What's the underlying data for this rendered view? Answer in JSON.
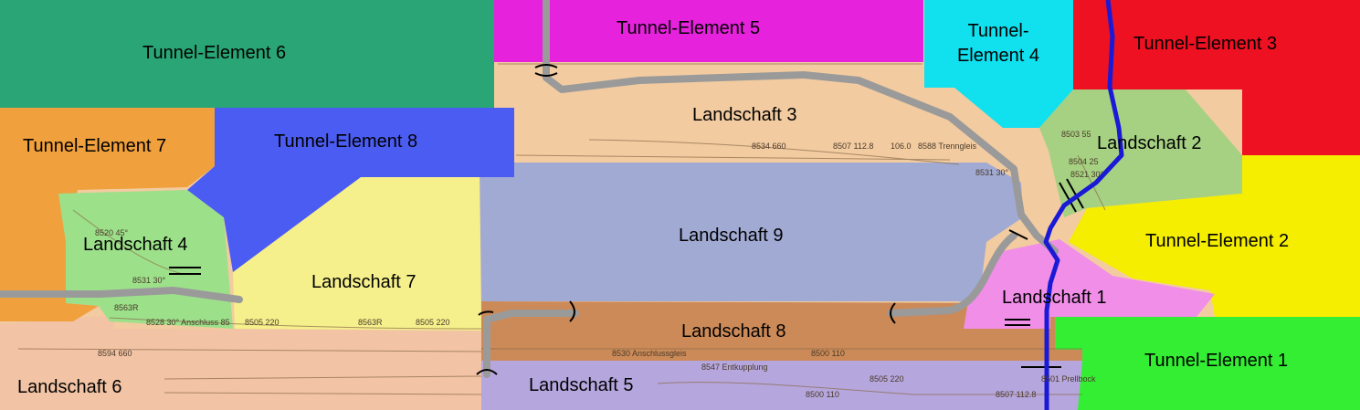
{
  "regions": {
    "tunnel_element_1": "Tunnel-Element 1",
    "tunnel_element_2": "Tunnel-Element 2",
    "tunnel_element_3": "Tunnel-Element 3",
    "tunnel_element_4_line1": "Tunnel-",
    "tunnel_element_4_line2": "Element 4",
    "tunnel_element_5": "Tunnel-Element 5",
    "tunnel_element_6": "Tunnel-Element 6",
    "tunnel_element_7": "Tunnel-Element 7",
    "tunnel_element_8": "Tunnel-Element 8",
    "landschaft_1": "Landschaft 1",
    "landschaft_2": "Landschaft 2",
    "landschaft_3": "Landschaft 3",
    "landschaft_4": "Landschaft 4",
    "landschaft_5": "Landschaft 5",
    "landschaft_6": "Landschaft 6",
    "landschaft_7": "Landschaft 7",
    "landschaft_8": "Landschaft 8",
    "landschaft_9": "Landschaft 9"
  },
  "track_labels": {
    "t1": "8534 660",
    "t2": "8507 112.8",
    "t3": "106.0",
    "t4": "8588 Trenngleis",
    "t5": "8531 30°",
    "t6": "8503 55",
    "t7": "8504 25",
    "t8": "8521 30°",
    "t9": "8520 45°",
    "t10": "8531 30°",
    "t11": "8563R",
    "t12": "8528 30° Anschluss 85",
    "t13": "8505 220",
    "t14": "8563R",
    "t15": "8505 220",
    "t16": "8594 660",
    "t17": "8530 Anschlussgleis",
    "t18": "8500 110",
    "t19": "8505 220",
    "t20": "8501 Prellbock",
    "t21": "8547 Entkupplung",
    "t22": "8500 110",
    "t23": "8507 112.8"
  },
  "colors": {
    "tunnel_element_1": "#33ee33",
    "tunnel_element_2": "#f5ee00",
    "tunnel_element_3": "#ee1122",
    "tunnel_element_4": "#11e0ee",
    "tunnel_element_5": "#e622dd",
    "tunnel_element_6": "#2aa676",
    "tunnel_element_7": "#f0a03c",
    "tunnel_element_8": "#4b5cf2",
    "landschaft_1": "#f08ee8",
    "landschaft_2": "#a6d182",
    "landschaft_3": "#f2cba0",
    "landschaft_4": "#9ce08a",
    "landschaft_5": "#b5a6dd",
    "landschaft_6": "#f2c3a4",
    "landschaft_7": "#f5f08c",
    "landschaft_8": "#cc8a58",
    "landschaft_9": "#a1aad3",
    "gray_track": "#9a9a9a",
    "blue_track": "#1a1ad6"
  }
}
